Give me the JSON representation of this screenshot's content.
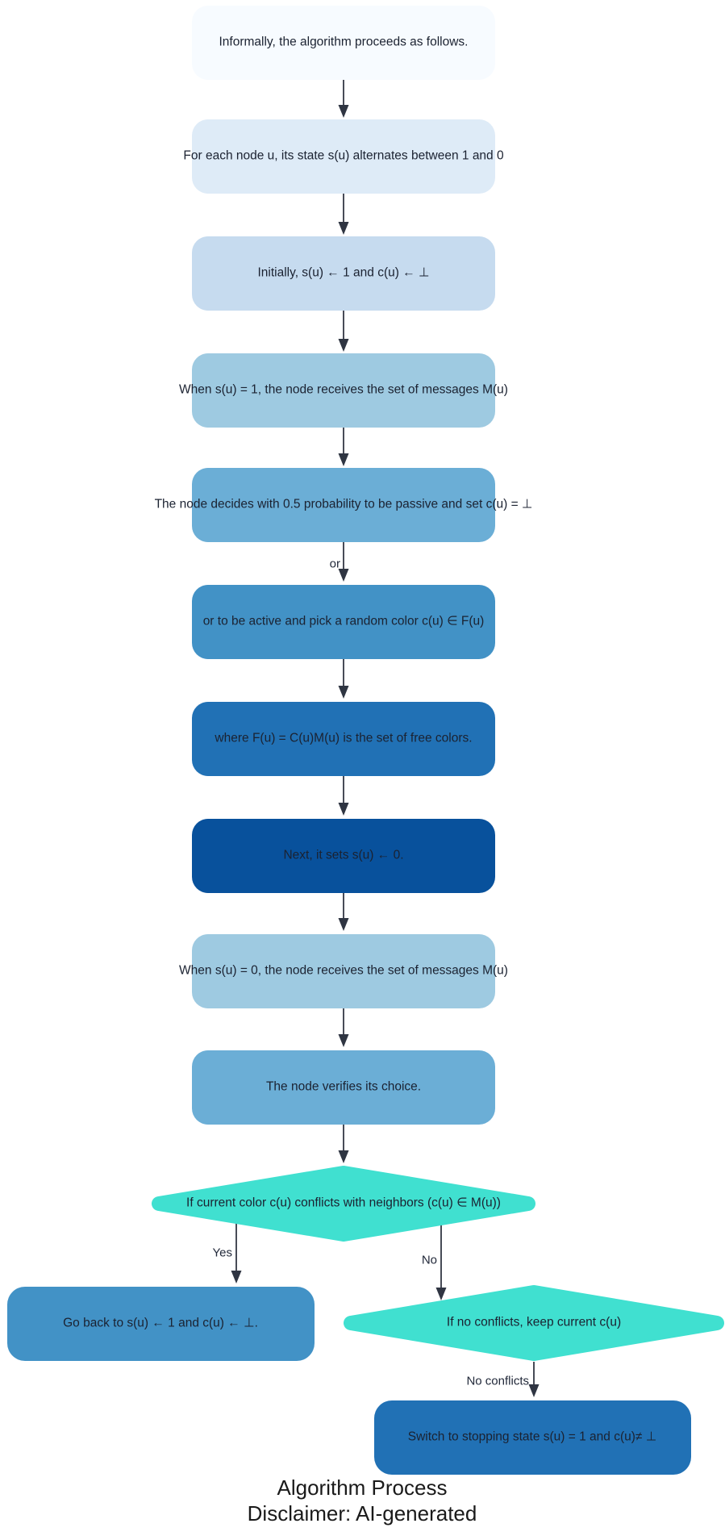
{
  "flowchart": {
    "nodes": [
      {
        "id": "intro",
        "shape": "rounded-rect",
        "label": "Informally, the algorithm proceeds as follows.",
        "color": "#F7FBFF"
      },
      {
        "id": "state-alternates",
        "shape": "rounded-rect",
        "label": "For each node u, its state s(u) alternates between 1 and 0",
        "color": "#DEEBF7"
      },
      {
        "id": "initialize",
        "shape": "rounded-rect",
        "label": "Initially, s(u) ← 1 and c(u) ← ⊥",
        "color": "#C6DBEF"
      },
      {
        "id": "receive-state-1",
        "shape": "rounded-rect",
        "label": "When s(u) = 1, the node receives the set of messages M(u)",
        "color": "#9ECAE1"
      },
      {
        "id": "decide-passive",
        "shape": "rounded-rect",
        "label": "The node decides with 0.5 probability to be passive and set c(u) = ⊥",
        "color": "#6BAED6"
      },
      {
        "id": "decide-active",
        "shape": "rounded-rect",
        "label": "or to be active and pick a random color c(u) ∈ F(u)",
        "color": "#4292C6"
      },
      {
        "id": "free-colors",
        "shape": "rounded-rect",
        "label": "where F(u) = C(u)M(u) is the set of free colors.",
        "color": "#2171B5"
      },
      {
        "id": "set-state-0",
        "shape": "rounded-rect",
        "label": "Next, it sets s(u) ← 0.",
        "color": "#08519C"
      },
      {
        "id": "receive-state-0",
        "shape": "rounded-rect",
        "label": "When s(u) = 0, the node receives the set of messages M(u)",
        "color": "#9ECAE1"
      },
      {
        "id": "verify-choice",
        "shape": "rounded-rect",
        "label": "The node verifies its choice.",
        "color": "#6BAED6"
      },
      {
        "id": "conflict-decision",
        "shape": "diamond",
        "label": "If current color c(u) conflicts with neighbors (c(u) ∈ M(u))",
        "color": "#40E0D0"
      },
      {
        "id": "go-back",
        "shape": "rounded-rect",
        "label": "Go back to s(u) ← 1 and c(u) ← ⊥.",
        "color": "#4292C6"
      },
      {
        "id": "keep-decision",
        "shape": "diamond",
        "label": "If no conflicts, keep current c(u)",
        "color": "#40E0D0"
      },
      {
        "id": "stop-state",
        "shape": "rounded-rect",
        "label": "Switch to stopping state s(u) = 1 and c(u)≠ ⊥",
        "color": "#2171B5"
      }
    ],
    "edge_labels": [
      {
        "id": "or",
        "text": "or"
      },
      {
        "id": "yes",
        "text": "Yes"
      },
      {
        "id": "no",
        "text": "No"
      },
      {
        "id": "no-conflicts",
        "text": "No conflicts"
      }
    ],
    "caption": {
      "title": "Algorithm Process",
      "disclaimer": "Disclaimer: AI-generated"
    },
    "style": {
      "edge_color": "#333744",
      "arrowhead_color": "#2f3542",
      "text_color": "#1b2231",
      "decision_color": "#40E0D0",
      "background": "#ffffff"
    }
  }
}
